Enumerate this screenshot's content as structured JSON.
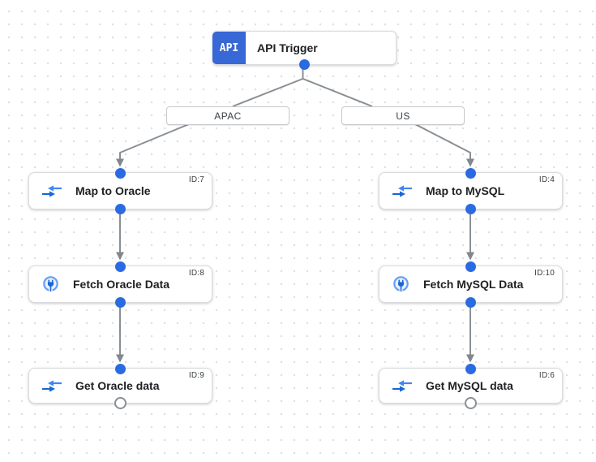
{
  "canvas": {
    "kind": "integration-workflow-designer"
  },
  "trigger": {
    "badge": "API",
    "label": "API Trigger"
  },
  "branches": [
    {
      "label": "APAC"
    },
    {
      "label": "US"
    }
  ],
  "nodes": [
    {
      "label": "Map to Oracle",
      "id_label": "ID:7",
      "icon": "data-mapping-icon"
    },
    {
      "label": "Fetch Oracle Data",
      "id_label": "ID:8",
      "icon": "connector-icon"
    },
    {
      "label": "Get Oracle data",
      "id_label": "ID:9",
      "icon": "data-mapping-icon"
    },
    {
      "label": "Map to MySQL",
      "id_label": "ID:4",
      "icon": "data-mapping-icon"
    },
    {
      "label": "Fetch MySQL Data",
      "id_label": "ID:10",
      "icon": "connector-icon"
    },
    {
      "label": "Get MySQL data",
      "id_label": "ID:6",
      "icon": "data-mapping-icon"
    }
  ],
  "edges": [
    {
      "from": "API Trigger",
      "to": "Map to Oracle",
      "label": "APAC"
    },
    {
      "from": "API Trigger",
      "to": "Map to MySQL",
      "label": "US"
    },
    {
      "from": "Map to Oracle",
      "to": "Fetch Oracle Data"
    },
    {
      "from": "Fetch Oracle Data",
      "to": "Get Oracle data"
    },
    {
      "from": "Map to MySQL",
      "to": "Fetch MySQL Data"
    },
    {
      "from": "Fetch MySQL Data",
      "to": "Get MySQL data"
    }
  ],
  "colors": {
    "trigger_badge_blue": "#3867d6",
    "port_dot_blue": "#2a6be2",
    "icon_blue": "#4285f4",
    "icon_blue_dark": "#1967d2",
    "edge_gray": "#898f94",
    "node_border": "#d9dbde",
    "grid_dot": "#dcdee1",
    "text_dark": "#202124"
  }
}
